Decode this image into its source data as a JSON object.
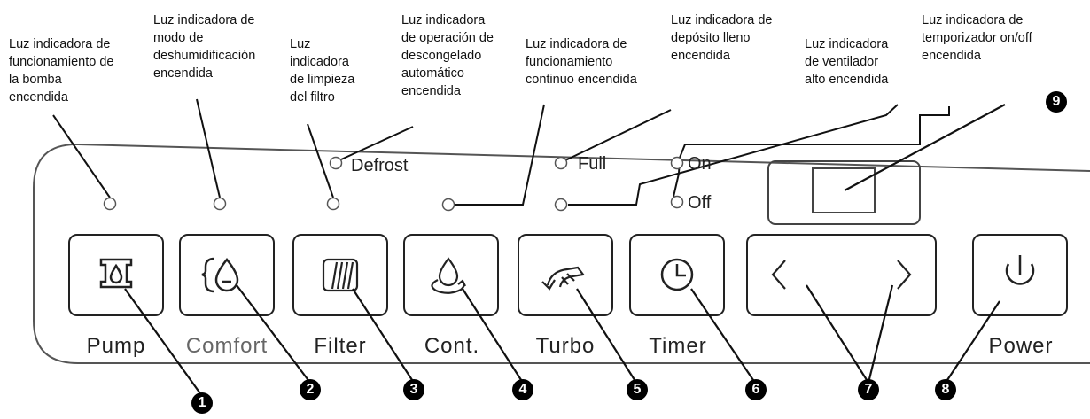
{
  "callouts": {
    "pump": "Luz indicadora de\nfuncionamiento de\nla bomba\nencendida",
    "dehumid": "Luz indicadora de\nmodo de\ndeshumidificación\nencendida",
    "filter": "Luz\nindicadora\nde limpieza\ndel filtro",
    "defrost": "Luz indicadora\nde operación de\ndescongelado\nautomático\nencendida",
    "continuous": "Luz indicadora de\nfuncionamiento\ncontinuo encendida",
    "full": "Luz indicadora de\ndepósito lleno\nencendida",
    "fan": "Luz indicadora\nde ventilador\nalto encendida",
    "timer": "Luz indicadora de\ntemporizador on/off\nencendida"
  },
  "indicators": {
    "defrost": "Defrost",
    "full": "Full",
    "on": "On",
    "off": "Off"
  },
  "buttons": {
    "pump": "Pump",
    "comfort": "Comfort",
    "filter": "Filter",
    "cont": "Cont.",
    "turbo": "Turbo",
    "timer": "Timer",
    "power": "Power"
  },
  "numbers": [
    "1",
    "2",
    "3",
    "4",
    "5",
    "6",
    "7",
    "8",
    "9"
  ],
  "icons": [
    "pump-icon",
    "dehumidify-drop-icon",
    "filter-icon",
    "continuous-drop-icon",
    "turbo-fan-icon",
    "clock-icon",
    "chevron-left-icon",
    "chevron-right-icon",
    "power-icon"
  ]
}
